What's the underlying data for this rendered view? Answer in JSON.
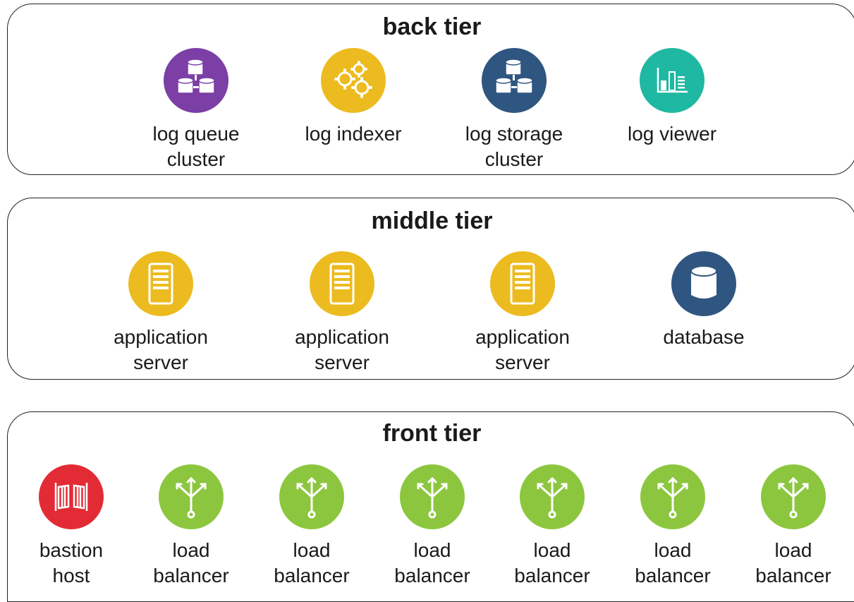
{
  "colors": {
    "purple": "#7b3fa6",
    "yellow": "#ecbb1f",
    "navy": "#2f5680",
    "teal": "#1fb8a2",
    "red": "#e32b36",
    "green": "#8cc63f"
  },
  "back_tier": {
    "title": "back tier",
    "nodes": [
      {
        "label": "log queue\ncluster",
        "icon": "database-cluster-icon"
      },
      {
        "label": "log indexer",
        "icon": "gears-icon"
      },
      {
        "label": "log storage\ncluster",
        "icon": "database-cluster-icon"
      },
      {
        "label": "log viewer",
        "icon": "bar-chart-icon"
      }
    ]
  },
  "middle_tier": {
    "title": "middle tier",
    "nodes": [
      {
        "label": "application\nserver",
        "icon": "server-icon"
      },
      {
        "label": "application\nserver",
        "icon": "server-icon"
      },
      {
        "label": "application\nserver",
        "icon": "server-icon"
      },
      {
        "label": "database",
        "icon": "database-icon"
      }
    ]
  },
  "front_tier": {
    "title": "front tier",
    "nodes": [
      {
        "label": "bastion\nhost",
        "icon": "gate-icon"
      },
      {
        "label": "load\nbalancer",
        "icon": "load-balancer-icon"
      },
      {
        "label": "load\nbalancer",
        "icon": "load-balancer-icon"
      },
      {
        "label": "load\nbalancer",
        "icon": "load-balancer-icon"
      },
      {
        "label": "load\nbalancer",
        "icon": "load-balancer-icon"
      },
      {
        "label": "load\nbalancer",
        "icon": "load-balancer-icon"
      },
      {
        "label": "load\nbalancer",
        "icon": "load-balancer-icon"
      }
    ]
  }
}
